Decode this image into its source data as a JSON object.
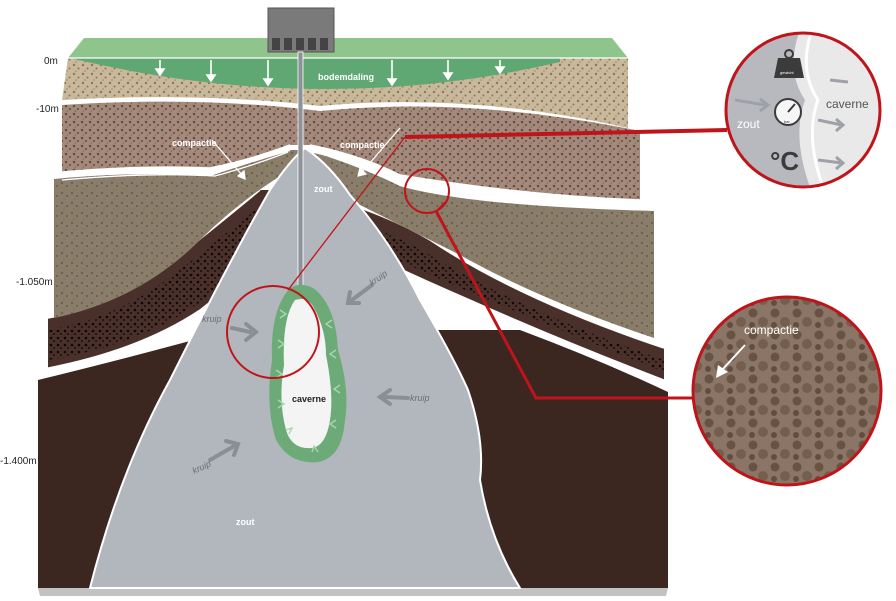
{
  "depths": [
    "0m",
    "-10m",
    "-1.050m",
    "-1.400m"
  ],
  "labels": {
    "subsidence": "bodemdaling",
    "compaction_left": "compactie",
    "compaction_right": "compactie",
    "salt_top": "zout",
    "salt_bottom": "zout",
    "cavern": "caverne",
    "creep_right": "kruip",
    "creep_left": "kruip",
    "creep_mid": "kruip",
    "creep_low": "kruip"
  },
  "zoom_top": {
    "salt": "zout",
    "cavern": "caverne",
    "temperature": "°C",
    "weight_label": "gewicht",
    "gauge_label": "bar"
  },
  "zoom_bottom": {
    "compaction": "compactie"
  },
  "colors": {
    "surface": "#8fc48c",
    "subsidence_water": "#5fa873",
    "topsoil": "#c9b89a",
    "clay_layer": "#a58a7c",
    "sand_layer": "#8a7e6b",
    "dark_layer": "#4a302a",
    "bedrock": "#3b2620",
    "salt": "#b2b6bd",
    "cavern_rim": "#6cab78",
    "highlight": "#c0141b"
  }
}
